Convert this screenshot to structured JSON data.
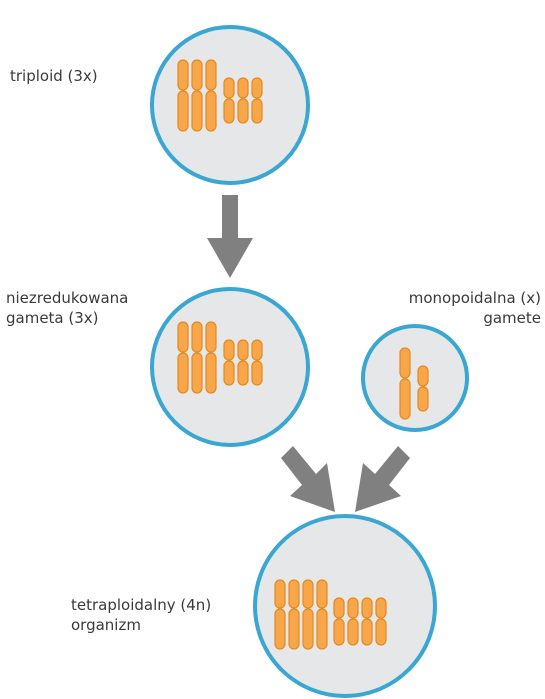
{
  "labels": {
    "triploid": "triploid (3x)",
    "unreduced_line1": "niezredukowana",
    "unreduced_line2": "gameta (3x)",
    "monoploid_line1": "monopoidalna (x)",
    "monoploid_line2": "gamete",
    "tetraploid_line1": "tetraploidalny (4n)",
    "tetraploid_line2": "organizm"
  },
  "colors": {
    "cell_fill": "#e6e7e8",
    "cell_stroke": "#3aa6d2",
    "chromosome_fill": "#f7a64a",
    "chromosome_stroke": "#e58a1f",
    "arrow": "#808080"
  }
}
